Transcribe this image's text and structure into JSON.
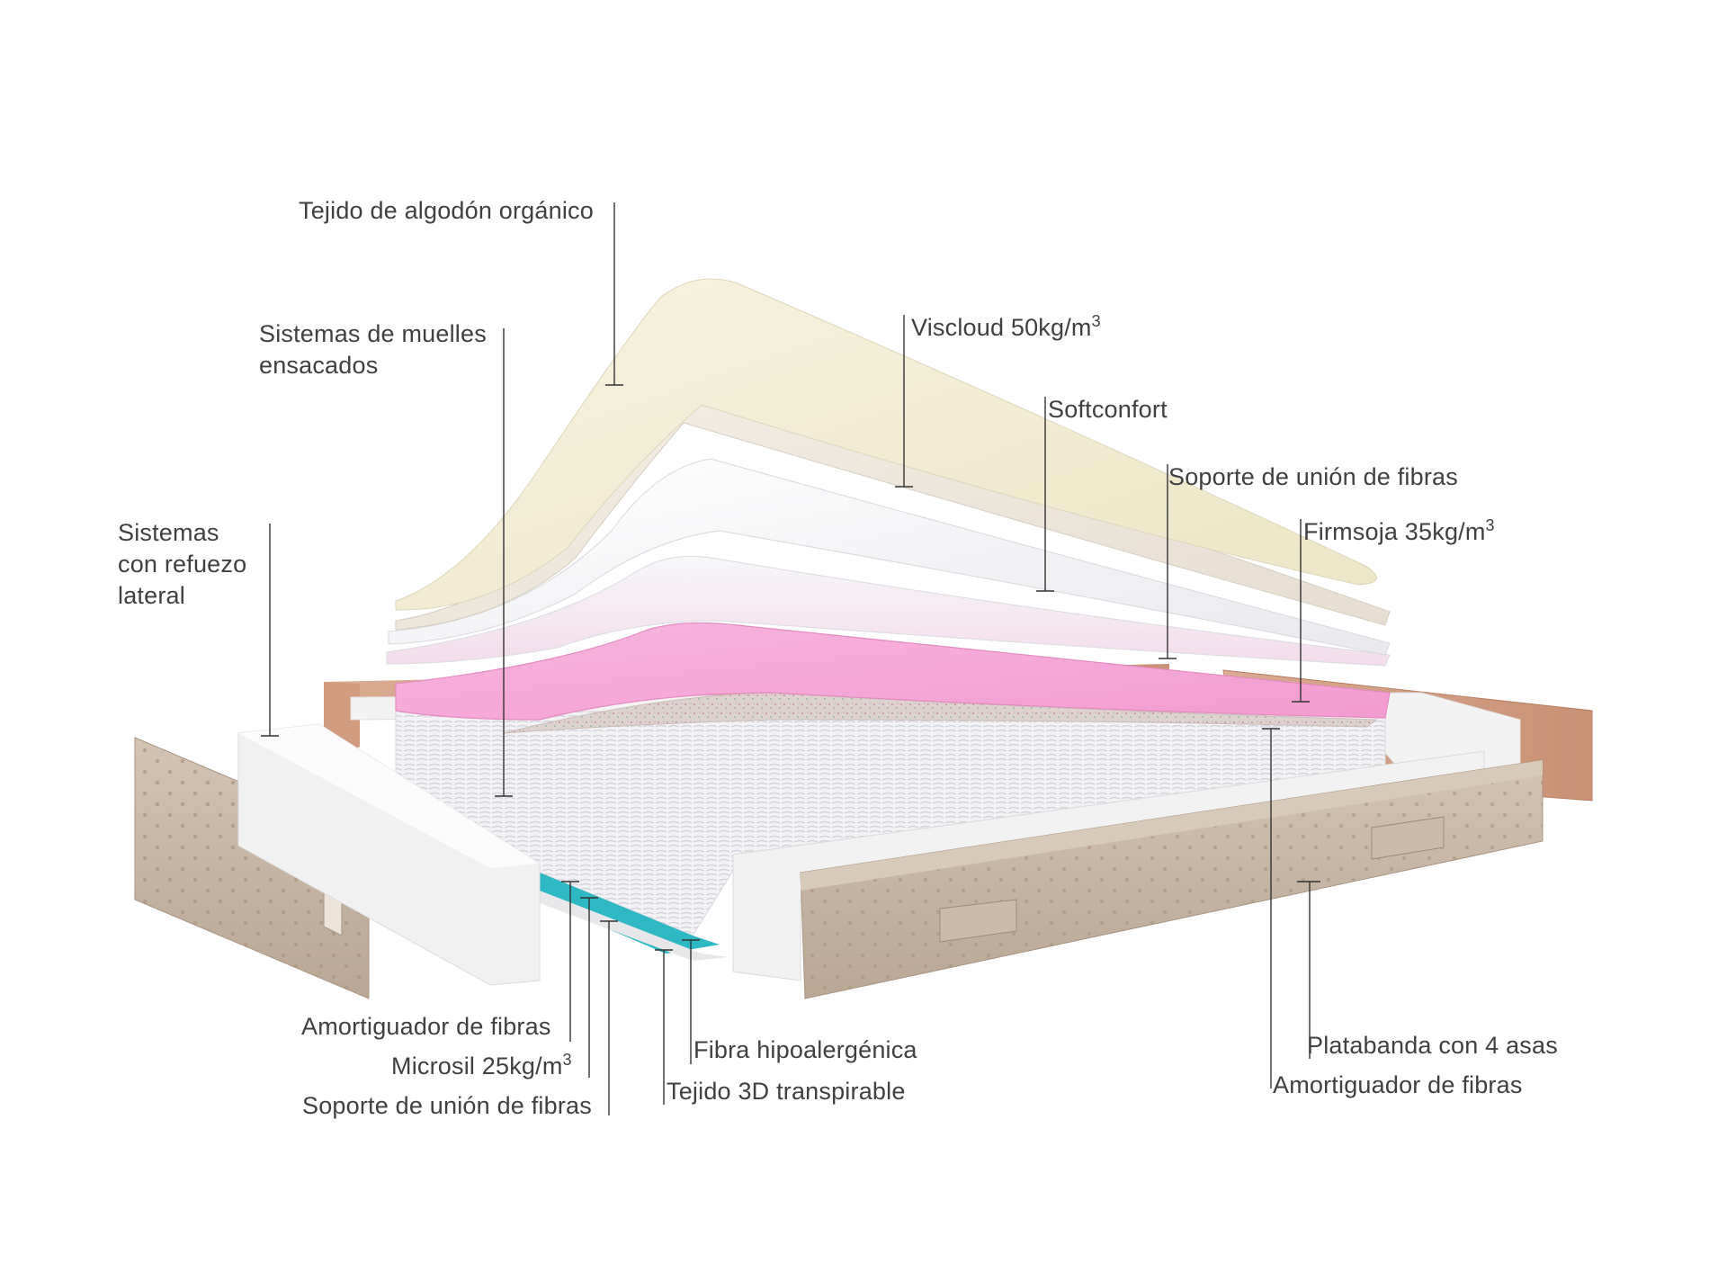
{
  "labels": {
    "tejido_algodon": "Tejido de algodón orgánico",
    "muelles_1": "Sistemas de muelles",
    "muelles_2": "ensacados",
    "refuerzo_1": "Sistemas",
    "refuerzo_2": "con refuezo",
    "refuerzo_3": "lateral",
    "viscloud": "Viscloud 50kg/m",
    "softconfort": "Softconfort",
    "soporte_top": "Soporte de unión de fibras",
    "firmsoja": "Firmsoja 35kg/m",
    "amortiguador_left": "Amortiguador de fibras",
    "microsil": "Microsil 25kg/m",
    "soporte_bottom": "Soporte de unión de fibras",
    "fibra_hipo": "Fibra hipoalergénica",
    "tejido_3d": "Tejido 3D transpirable",
    "platabanda": "Platabanda con 4 asas",
    "amortiguador_right": "Amortiguador de fibras",
    "cube_sup": "3"
  },
  "colors": {
    "text": "#404040",
    "leader": "#333333",
    "cotton": "#f3eed4",
    "viscloud": "#ede6da",
    "softconfort": "#f2f2f4",
    "soporte": "#f6f0f4",
    "firmsoja": "#f6a6da",
    "fiber": "#e2d0cc",
    "springs": "#ededf0",
    "side_foam": "#f1f0f0",
    "platabanda": "#c6b4a2",
    "copper_panel": "#d4a58a",
    "teal": "#2db8c4"
  },
  "icons": [
    "mattress-layers-illustration"
  ]
}
